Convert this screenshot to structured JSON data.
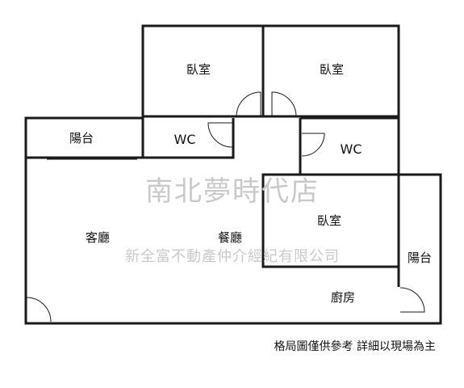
{
  "rooms": {
    "bedroom_top_left": "臥室",
    "bedroom_top_right": "臥室",
    "balcony_left": "陽台",
    "wc_left": "WC",
    "wc_right": "WC",
    "living_room": "客廳",
    "dining_room": "餐廳",
    "bedroom_center": "臥室",
    "balcony_right": "陽台",
    "kitchen": "廚房"
  },
  "watermark": {
    "name": "南北夢時代店",
    "company": "新全富不動產仲介經紀有限公司"
  },
  "footer_note": "格局圖僅供參考 詳細以現場為主"
}
